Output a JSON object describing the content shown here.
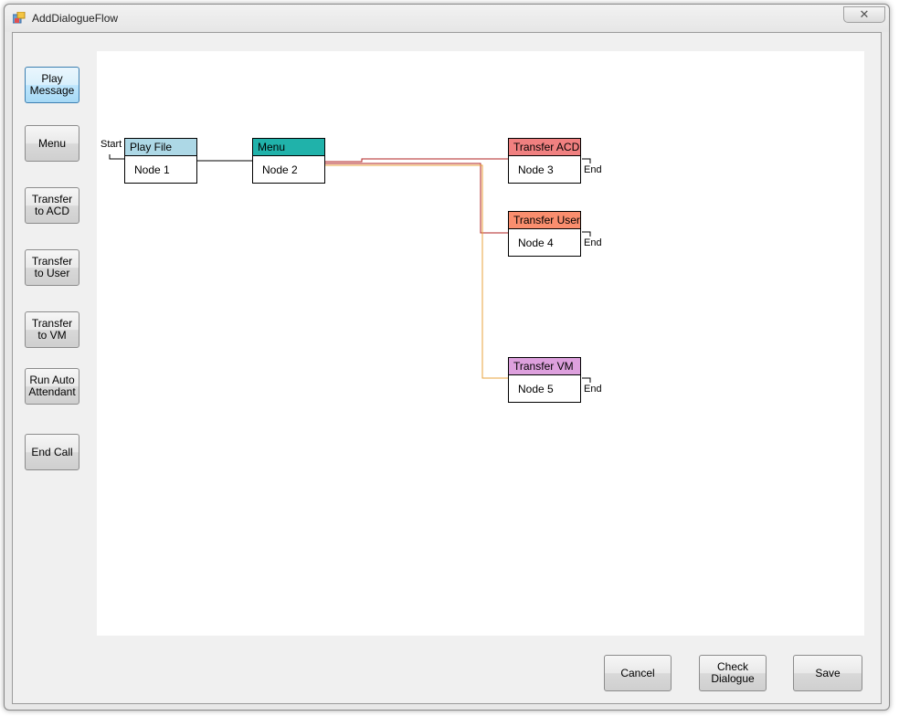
{
  "window": {
    "title": "AddDialogueFlow",
    "close_glyph": "✕"
  },
  "toolbar": [
    {
      "label": "Play\nMessage",
      "name": "play-message-button",
      "active": true
    },
    {
      "label": "Menu",
      "name": "menu-button"
    },
    {
      "label": "Transfer\nto ACD",
      "name": "transfer-to-acd-button"
    },
    {
      "label": "Transfer\nto User",
      "name": "transfer-to-user-button"
    },
    {
      "label": "Transfer\nto VM",
      "name": "transfer-to-vm-button"
    },
    {
      "label": "Run Auto\nAttendant",
      "name": "run-auto-attendant-button"
    },
    {
      "label": "End Call",
      "name": "end-call-button"
    }
  ],
  "flow": {
    "start_label": "Start",
    "end_label": "End",
    "nodes": [
      {
        "type": "Play File",
        "label": "Node 1",
        "color": "#add8e6"
      },
      {
        "type": "Menu",
        "label": "Node 2",
        "color": "#20b2aa"
      },
      {
        "type": "Transfer ACD",
        "label": "Node 3",
        "color": "#f08080"
      },
      {
        "type": "Transfer User",
        "label": "Node 4",
        "color": "#fa8e6e"
      },
      {
        "type": "Transfer VM",
        "label": "Node 5",
        "color": "#dda0dd"
      }
    ],
    "wire_colors": {
      "default": "#000000",
      "red": "#b22222",
      "orange": "#e8a33c"
    }
  },
  "buttons": {
    "cancel": "Cancel",
    "check": "Check\nDialogue",
    "save": "Save"
  }
}
